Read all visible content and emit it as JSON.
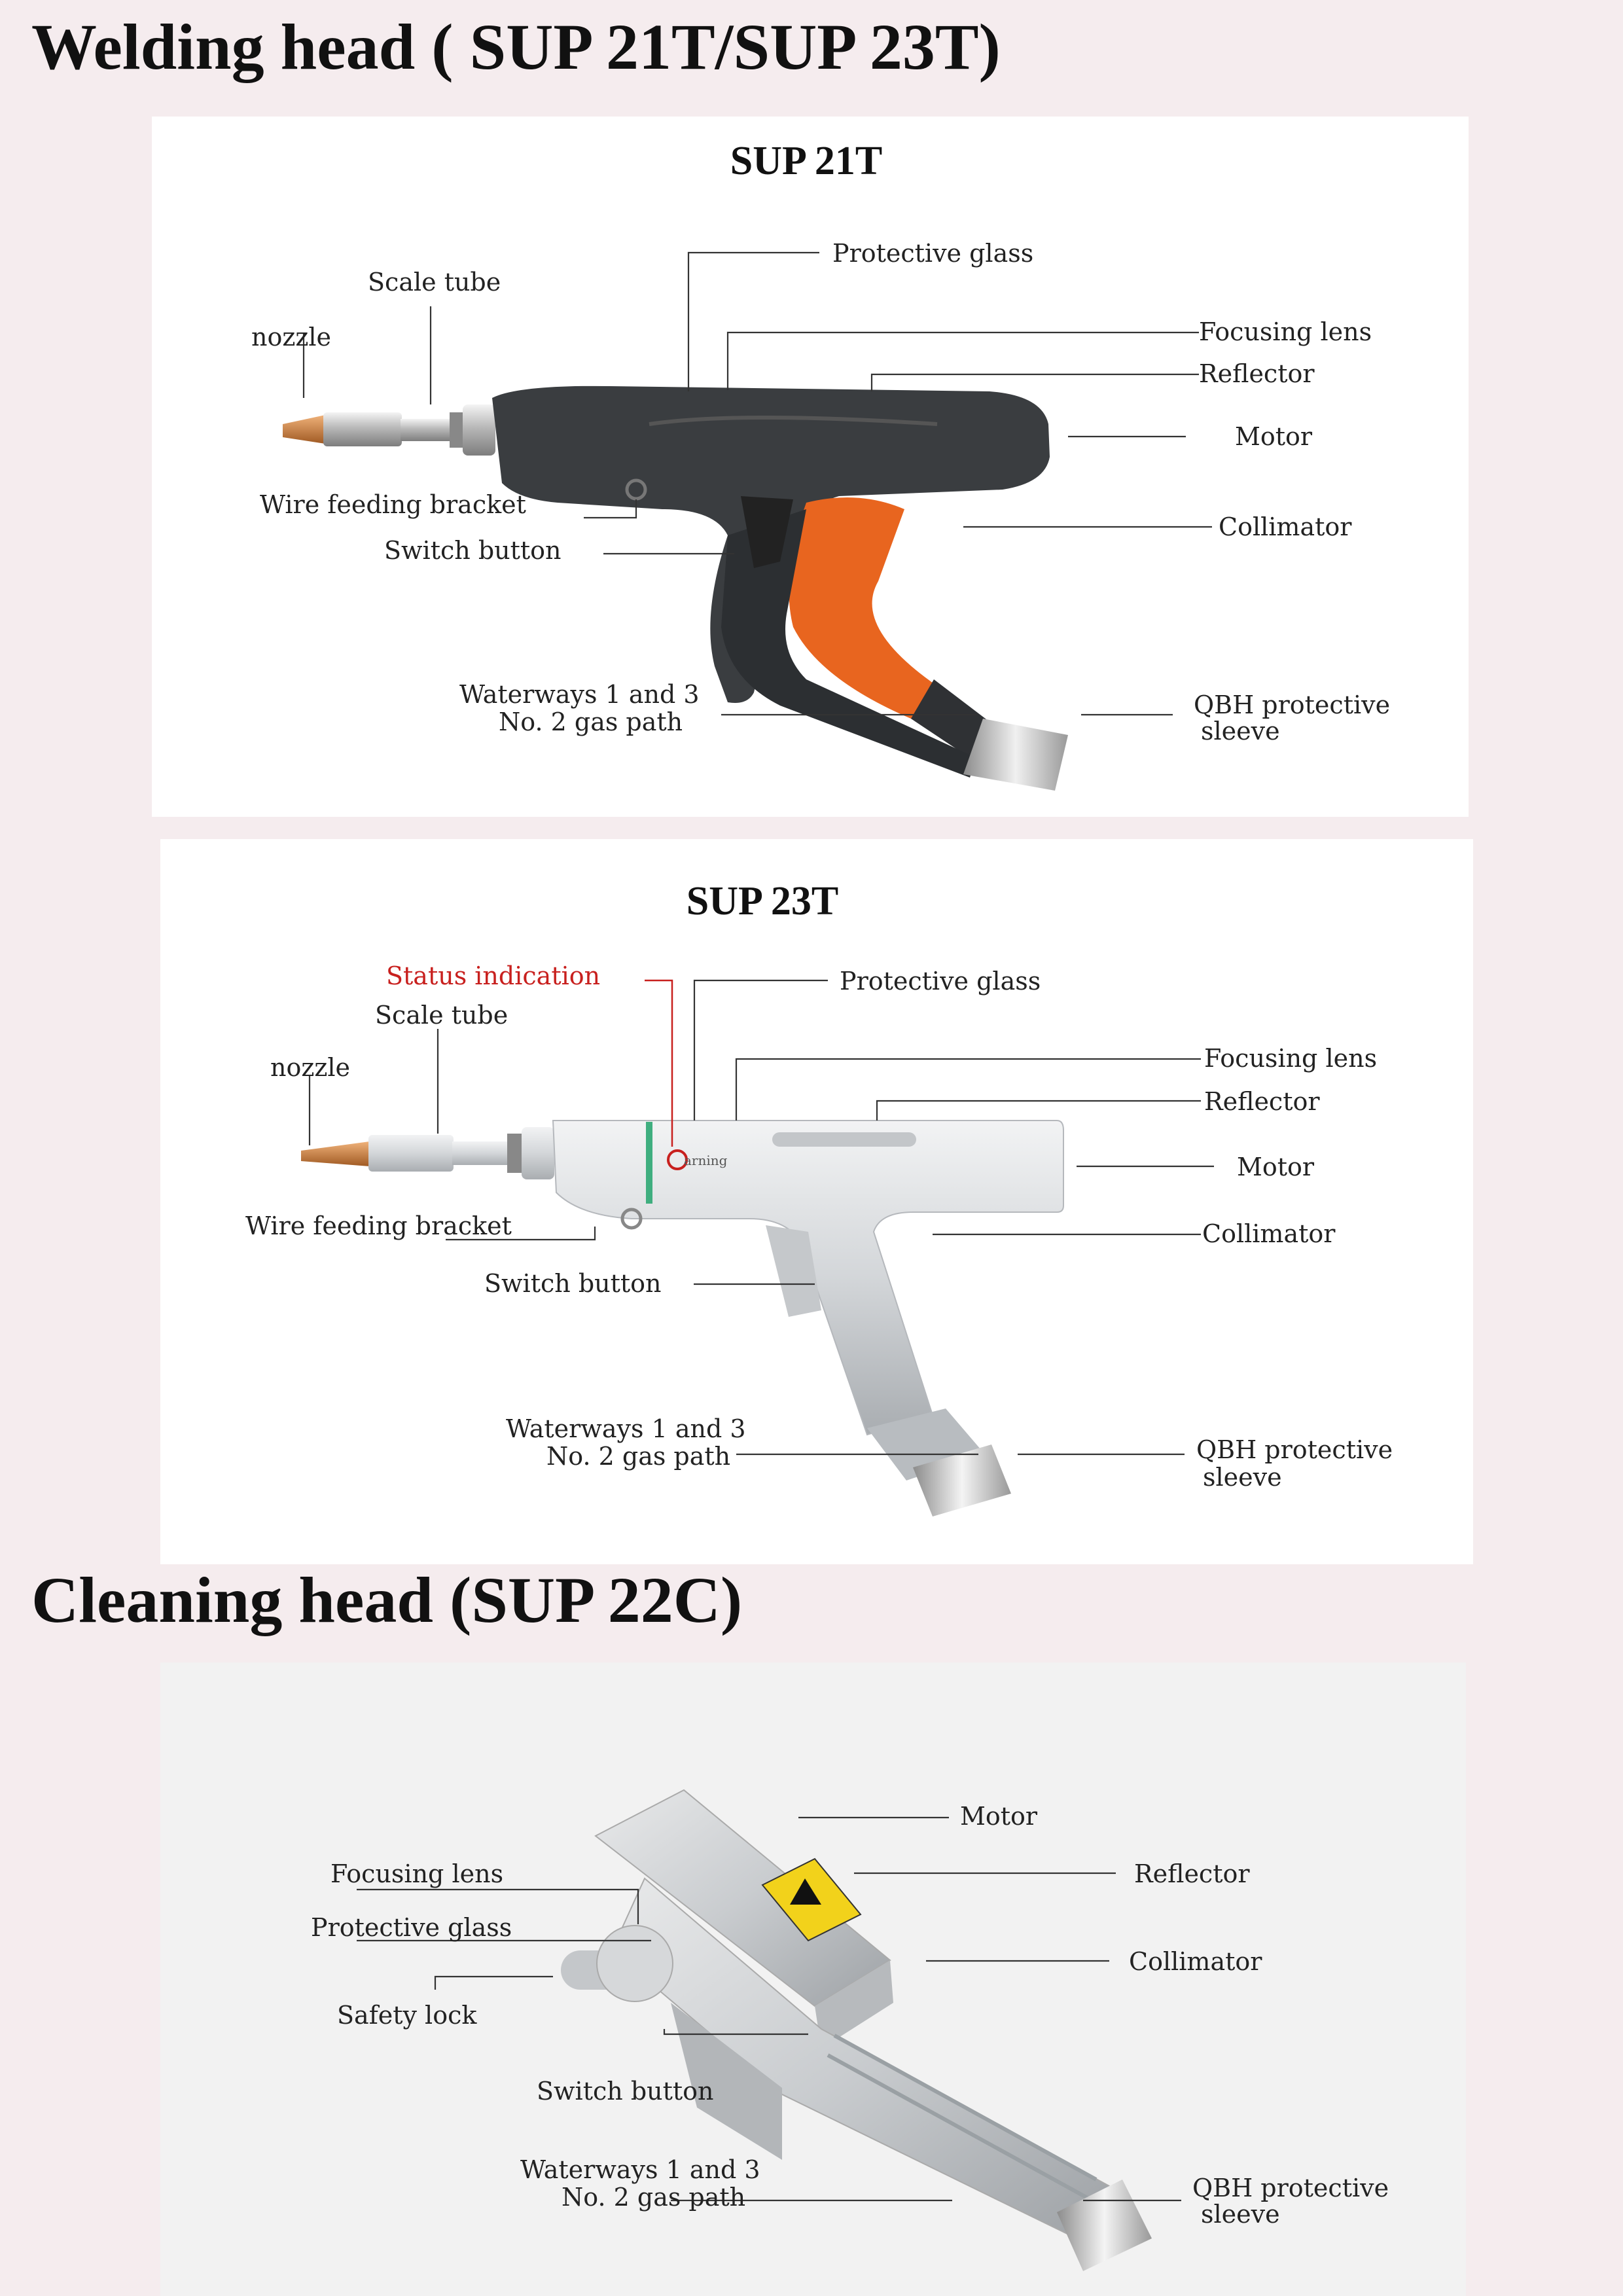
{
  "headings": {
    "welding": "Welding head ( SUP 21T/SUP 23T)",
    "cleaning": "Cleaning head (SUP 22C)"
  },
  "sup21t": {
    "title": "SUP 21T",
    "labels": {
      "protective_glass": "Protective glass",
      "scale_tube": "Scale tube",
      "nozzle": "nozzle",
      "focusing_lens": "Focusing lens",
      "reflector": "Reflector",
      "motor": "Motor",
      "wire_feeding_bracket": "Wire feeding bracket",
      "switch_button": "Switch button",
      "collimator": "Collimator",
      "waterways": "Waterways 1 and 3",
      "gas_path": "No. 2 gas path",
      "qbh_1": "QBH protective",
      "qbh_2": "sleeve"
    }
  },
  "sup23t": {
    "title": "SUP 23T",
    "labels": {
      "status_indication": "Status indication",
      "protective_glass": "Protective glass",
      "scale_tube": "Scale tube",
      "nozzle": "nozzle",
      "focusing_lens": "Focusing lens",
      "reflector": "Reflector",
      "motor": "Motor",
      "wire_feeding_bracket": "Wire feeding bracket",
      "collimator": "Collimator",
      "switch_button": "Switch button",
      "waterways": "Waterways 1 and 3",
      "gas_path": "No. 2 gas path",
      "qbh_1": "QBH protective",
      "qbh_2": "sleeve",
      "warning_badge": "arning"
    }
  },
  "sup22c": {
    "labels": {
      "motor": "Motor",
      "focusing_lens": "Focusing lens",
      "reflector": "Reflector",
      "protective_glass": "Protective glass",
      "collimator": "Collimator",
      "safety_lock": "Safety lock",
      "switch_button": "Switch button",
      "waterways": "Waterways 1 and 3",
      "gas_path": "No. 2 gas path",
      "qbh_1": "QBH protective",
      "qbh_2": "sleeve"
    }
  },
  "colors": {
    "accent_red": "#c8201e",
    "orange": "#e8651f",
    "dark_body": "#3a3d40",
    "copper": "#c97a3a"
  }
}
